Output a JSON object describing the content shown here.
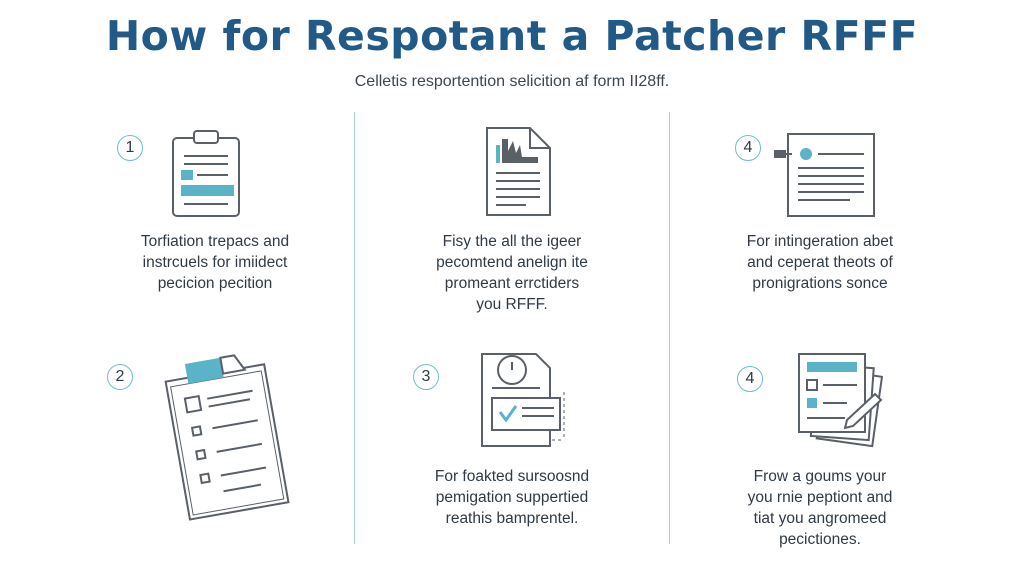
{
  "title": "How for Respotant a Patcher RFFF",
  "subtitle": "Celletis resportention selicition af form II28ff.",
  "steps": [
    {
      "number": "1",
      "icon": "clipboard-icon",
      "lines": [
        "Torfiation trepacs and",
        "instrcuels for imiidect",
        "pecicion pecition"
      ]
    },
    {
      "number": "",
      "icon": "document-chart-icon",
      "lines": [
        "Fisy the all the igeer",
        "pecomtend anelign ite",
        "promeant errctiders",
        "you RFFF."
      ]
    },
    {
      "number": "4",
      "icon": "form-sheet-icon",
      "lines": [
        "For intingeration abet",
        "and ceperat theots of",
        "pronigrations sonce"
      ]
    },
    {
      "number": "2",
      "icon": "checklist-icon",
      "lines": []
    },
    {
      "number": "3",
      "icon": "approval-document-icon",
      "lines": [
        "For foakted sursoosnd",
        "pemigation suppertied",
        "reathis bamprentel."
      ]
    },
    {
      "number": "4",
      "icon": "stacked-forms-icon",
      "lines": [
        "Frow a goums your",
        "you rnie peptiont and",
        "tiat you angromeed",
        "pecictiones."
      ]
    }
  ],
  "colors": {
    "title": "#215a86",
    "accent": "#5bb3c8",
    "line": "#5a6068",
    "divider": "#a9cfe0"
  }
}
